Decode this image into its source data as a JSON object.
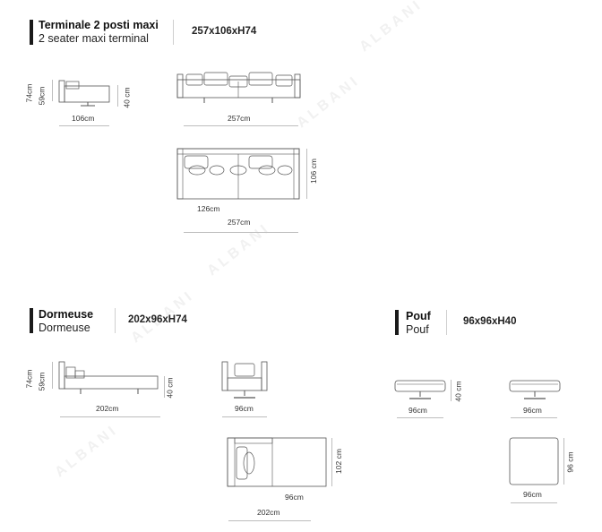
{
  "watermark": "ALBANI",
  "sections": {
    "terminale": {
      "title_it": "Terminale 2 posti maxi",
      "title_en": "2 seater maxi terminal",
      "dimensions": "257x106xH74",
      "side_h_total": "74cm",
      "side_h_seat": "59cm",
      "side_depth": "106cm",
      "side_h_seat_right": "40 cm",
      "front_width": "257cm",
      "top_depth": "106 cm",
      "top_inner": "126cm",
      "top_width": "257cm"
    },
    "dormeuse": {
      "title_it": "Dormeuse",
      "title_en": "Dormeuse",
      "dimensions": "202x96xH74",
      "side_h_total": "74cm",
      "side_h_seat": "59cm",
      "side_width": "202cm",
      "side_h_seat_right": "40 cm",
      "front_width": "96cm",
      "top_depth": "102 cm",
      "top_inner": "96cm",
      "top_width": "202cm"
    },
    "pouf": {
      "title_it": "Pouf",
      "title_en": "Pouf",
      "dimensions": "96x96xH40",
      "side_width": "96cm",
      "side_h": "40 cm",
      "front_width": "96cm",
      "top_depth": "96 cm",
      "top_width": "96cm"
    }
  },
  "colors": {
    "stroke": "#555555",
    "guide": "#bdbdbd",
    "bar": "#1a1a1a"
  }
}
